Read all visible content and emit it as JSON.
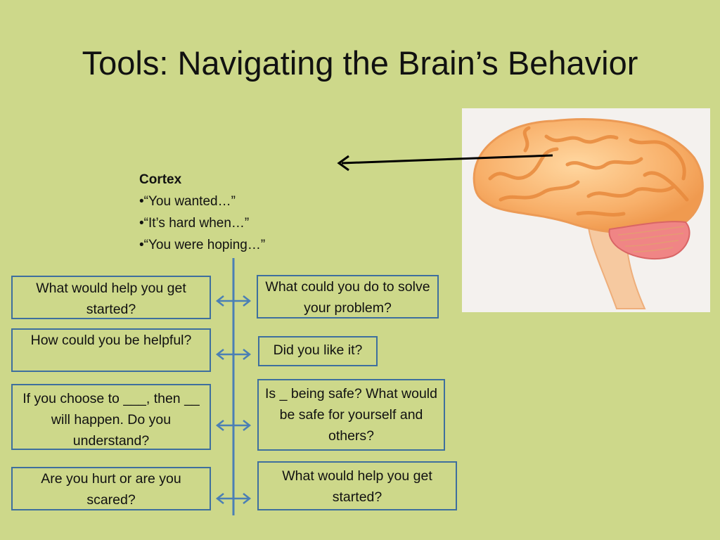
{
  "slide": {
    "title": "Tools: Navigating the Brain’s Behavior"
  },
  "cortex": {
    "heading": "Cortex",
    "items": [
      "•“You wanted…”",
      "•“It’s hard when…”",
      "•“You were hoping…”"
    ]
  },
  "left_boxes": [
    "What would help you get started?",
    "How could you be helpful?",
    "If you choose to ___, then __ will happen. Do you understand?",
    "Are you hurt or are you scared?"
  ],
  "right_boxes": [
    "What could you do to solve your problem?",
    "Did you like it?",
    "Is _ being safe? What would be safe for yourself and others?",
    "What would help you get started?"
  ],
  "colors": {
    "background": "#cdd88a",
    "box_border": "#3e6f9e",
    "arrow": "#4a7fb5"
  },
  "icons": [
    "brain-illustration",
    "pointer-arrow",
    "double-headed-arrow"
  ]
}
